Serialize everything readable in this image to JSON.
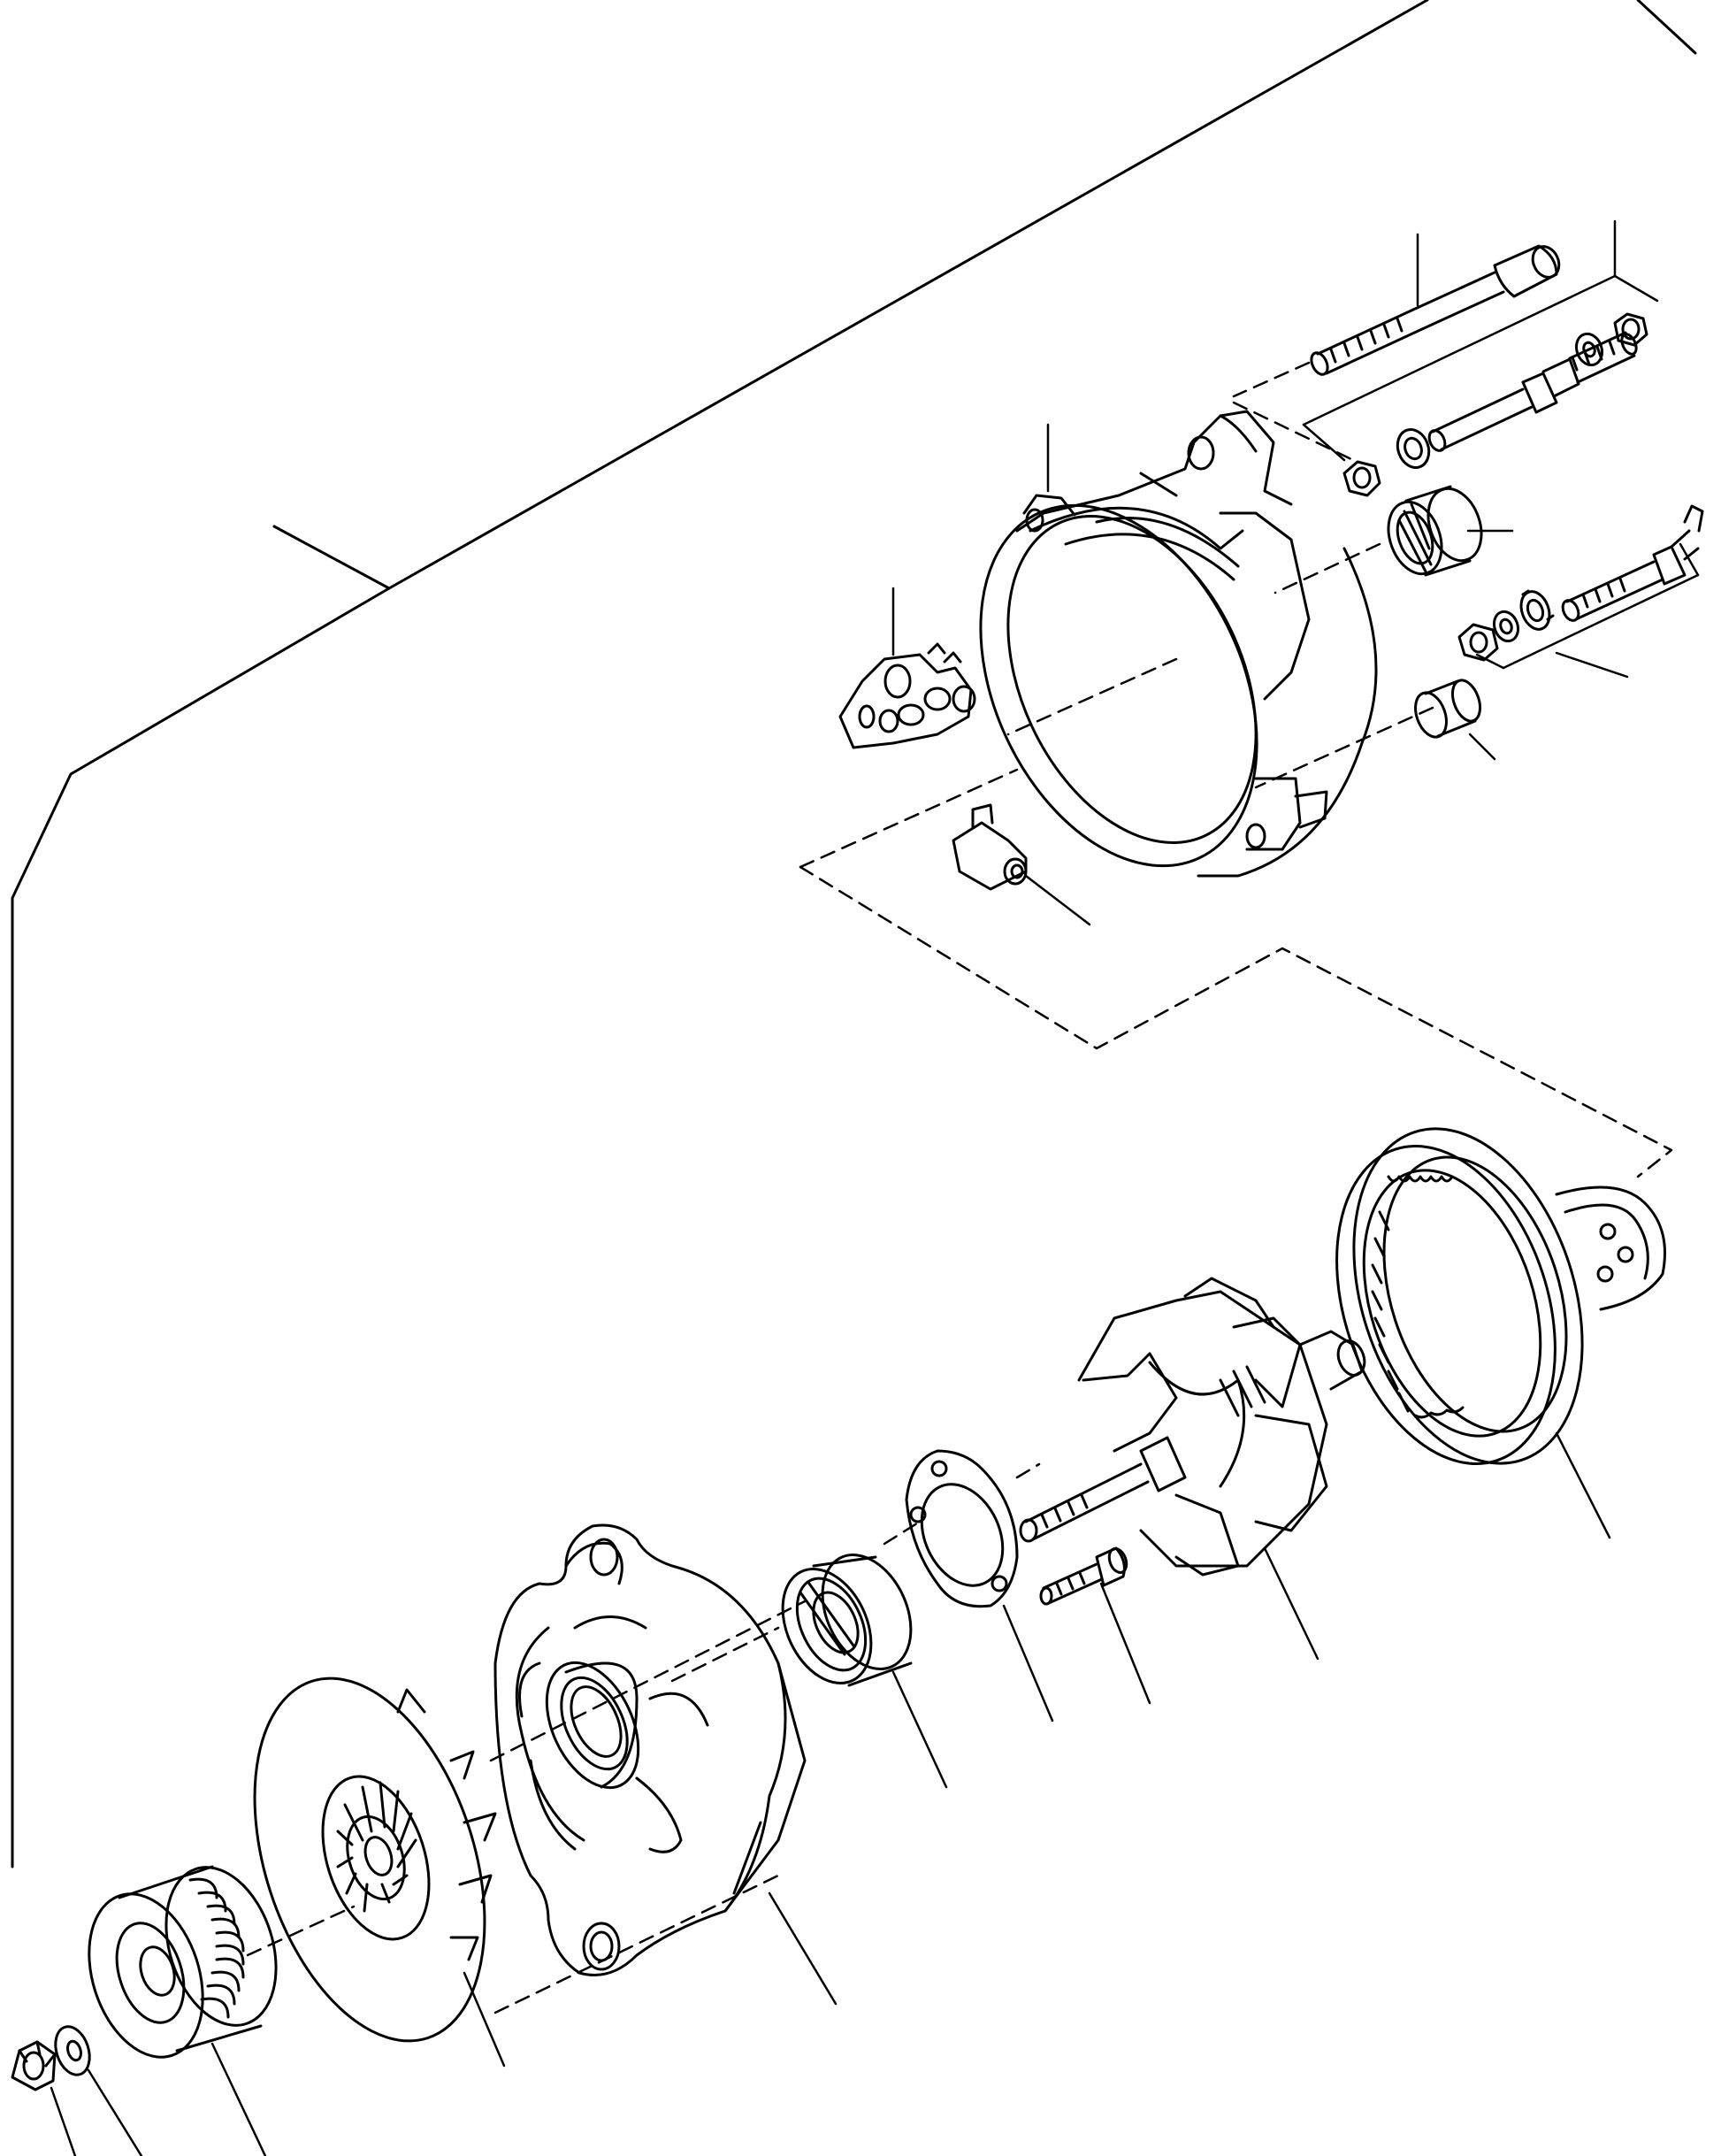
{
  "diagram": {
    "kind": "exploded-parts-view",
    "subject": "alternator",
    "callout_labels_visible": false,
    "parts": [
      {
        "id": "bolt-long"
      },
      {
        "id": "bolt-short"
      },
      {
        "id": "bolt-lower"
      },
      {
        "id": "nut-top"
      },
      {
        "id": "washer-top"
      },
      {
        "id": "nut-mid"
      },
      {
        "id": "spacer-mid"
      },
      {
        "id": "nut-lower"
      },
      {
        "id": "washer-lower"
      },
      {
        "id": "spacer-lower"
      },
      {
        "id": "bushing"
      },
      {
        "id": "bearing-rear"
      },
      {
        "id": "rear-housing"
      },
      {
        "id": "rectifier-bridge"
      },
      {
        "id": "brush-regulator"
      },
      {
        "id": "stator"
      },
      {
        "id": "rotor"
      },
      {
        "id": "screw"
      },
      {
        "id": "retainer-plate"
      },
      {
        "id": "bearing-front"
      },
      {
        "id": "drive-end-housing"
      },
      {
        "id": "fan"
      },
      {
        "id": "pulley"
      },
      {
        "id": "lock-washer"
      },
      {
        "id": "pulley-nut"
      }
    ],
    "colors": {
      "line": "#000000",
      "background": "#ffffff"
    }
  }
}
